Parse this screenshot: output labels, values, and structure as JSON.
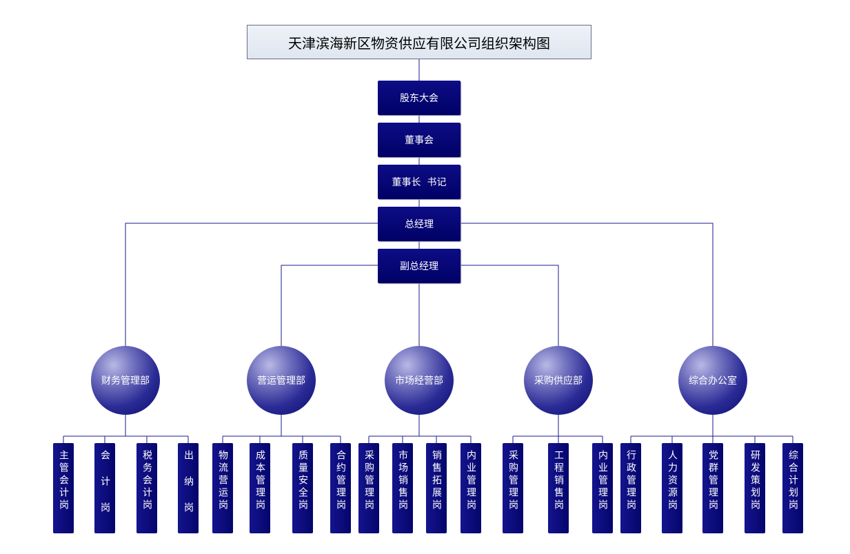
{
  "title": "天津滨海新区物资供应有限公司组织架构图",
  "colors": {
    "node": "#000066",
    "line": "#1a1a8c",
    "title_bg": "#e6ebf2"
  },
  "executives": [
    "股东大会",
    "董事会",
    "董事长  书记",
    "总经理",
    "副总经理"
  ],
  "departments": [
    {
      "name": "财务管理部",
      "posts": [
        "主管会计岗",
        "会 计 岗",
        "税务会计岗",
        "出 纳 岗"
      ]
    },
    {
      "name": "营运管理部",
      "posts": [
        "物流营运岗",
        "成本管理岗",
        "质量安全岗",
        "合约管理岗"
      ]
    },
    {
      "name": "市场经营部",
      "posts": [
        "采购管理岗",
        "市场销售岗",
        "销售拓展岗",
        "内业管理岗"
      ]
    },
    {
      "name": "采购供应部",
      "posts": [
        "采购管理岗",
        "工程销售岗",
        "内业管理岗"
      ]
    },
    {
      "name": "综合办公室",
      "posts": [
        "行政管理岗",
        "人力资源岗",
        "党群管理岗",
        "研发策划岗",
        "综合计划岗"
      ]
    }
  ]
}
